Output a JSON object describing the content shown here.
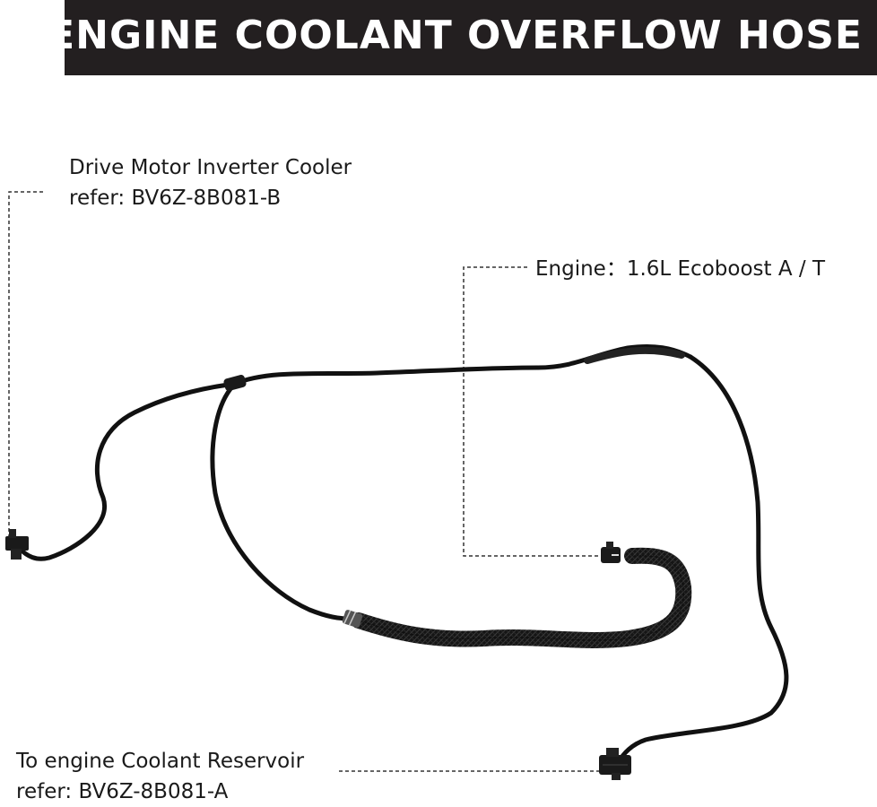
{
  "header": {
    "title": "ENGINE COOLANT OVERFLOW HOSE"
  },
  "callouts": {
    "inverter": {
      "line1": "Drive Motor Inverter Cooler",
      "line2": "refer: BV6Z-8B081-B"
    },
    "engine": {
      "line1": "Engine：1.6L Ecoboost  A / T"
    },
    "reservoir": {
      "line1": "To engine Coolant Reservoir",
      "line2": "refer: BV6Z-8B081-A"
    }
  },
  "colors": {
    "header_background": "#231f20",
    "header_text": "#ffffff",
    "hose": "#111111",
    "leader_line": "#333333"
  }
}
